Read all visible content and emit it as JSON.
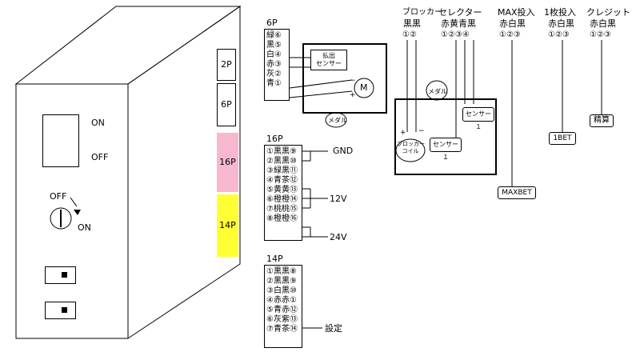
{
  "cabinet": {
    "on_label": "ON",
    "off_label": "OFF",
    "dial_off": "OFF",
    "dial_on": "ON",
    "ports": [
      {
        "label": "2P",
        "color": "#ffffff"
      },
      {
        "label": "6P",
        "color": "#ffffff"
      },
      {
        "label": "16P",
        "color": "#f7b8cf"
      },
      {
        "label": "14P",
        "color": "#ffff33"
      }
    ]
  },
  "connector_6p": {
    "title": "6P",
    "rows": [
      "緑⑥",
      "黒⑤",
      "白④",
      "赤③",
      "灰②",
      "青①"
    ]
  },
  "payout_box": {
    "sensor_label": "払出\nセンサー",
    "motor_label": "M",
    "minus": "−",
    "plus": "+",
    "medal_label": "メダル"
  },
  "connector_16p": {
    "title": "16P",
    "rows": [
      "①黒黒⑨",
      "②黒黒⑩",
      "③緑黒⑪",
      "④青茶⑫",
      "⑤黄黄⑬",
      "⑥橙橙⑭",
      "⑦桃桃⑮",
      "⑧橙橙⑯"
    ],
    "gnd": "GND",
    "v12": "12V",
    "v24": "24V"
  },
  "connector_14p": {
    "title": "14P",
    "rows": [
      "①黒黒⑧",
      "②黒黒⑨",
      "③白黒⑩",
      "④赤赤①",
      "⑤青赤⑫",
      "⑥灰紫⑬",
      "⑦青茶⑭"
    ],
    "setting": "設定"
  },
  "headers": [
    {
      "title": "ブロッカー",
      "colors": "黒黒",
      "pins": "①②"
    },
    {
      "title": "セレクター",
      "colors": "赤黄青黒",
      "pins": "①②③④"
    },
    {
      "title": "MAX投入",
      "colors": "赤白黒",
      "pins": "①②③"
    },
    {
      "title": "1枚投入",
      "colors": "赤白黒",
      "pins": "①②③"
    },
    {
      "title": "クレジット",
      "colors": "赤白黒",
      "pins": "①②③"
    }
  ],
  "selector_box": {
    "blocker_coil": "ブロッカー\nコイル",
    "plus": "+",
    "minus": "−",
    "sensor1_a": "センサー１",
    "sensor1_b": "センサー１",
    "medal_label": "メダル"
  },
  "buttons": {
    "maxbet": "MAXBET",
    "onebet": "1BET",
    "seisan": "精算"
  }
}
